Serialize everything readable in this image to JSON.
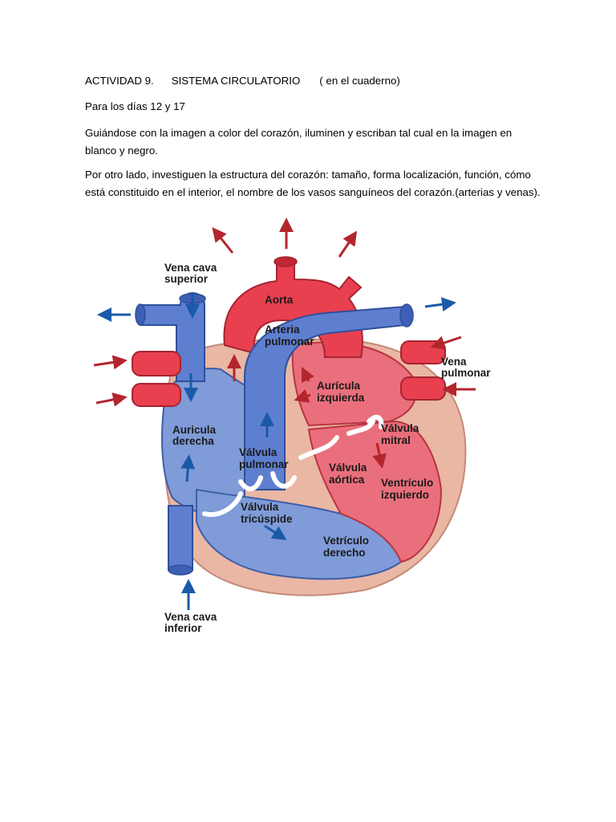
{
  "document": {
    "heading": {
      "activity": "ACTIVIDAD 9.",
      "topic": "SISTEMA CIRCULATORIO",
      "note": "( en el cuaderno)"
    },
    "dates": "Para los días 12 y 17",
    "paragraph_1": "Guiándose con la imagen a color del corazón, iluminen y  escriban tal cual en la imagen en blanco y negro.",
    "paragraph_2": "Por otro lado, investiguen la estructura del corazón: tamaño, forma localización, función, cómo está constituido en el interior, el nombre de los vasos sanguíneos del corazón.(arterias y venas)."
  },
  "diagram": {
    "labels": {
      "vena_cava_superior": [
        "Vena cava",
        "superior"
      ],
      "aorta": [
        "Aorta"
      ],
      "arteria_pulmonar": [
        "Arteria",
        "pulmonar"
      ],
      "vena_pulmonar": [
        "Vena",
        "pulmonar"
      ],
      "auricula_izquierda": [
        "Aurícula",
        "izquierda"
      ],
      "auricula_derecha": [
        "Auricula",
        "derecha"
      ],
      "valvula_mitral": [
        "Válvula",
        "mitral"
      ],
      "valvula_pulmonar": [
        "Válvula",
        "pulmonar"
      ],
      "valvula_aortica": [
        "Válvula",
        "aórtica"
      ],
      "ventriculo_izquierdo": [
        "Ventrículo",
        "izquierdo"
      ],
      "valvula_tricuspide": [
        "Válvula",
        "tricúspide"
      ],
      "ventriculo_derecho": [
        "Vetrículo",
        "derecho"
      ],
      "vena_cava_inferior": [
        "Vena cava",
        "inferior"
      ]
    },
    "colors": {
      "oxygenated": "#e8404f",
      "deoxygenated": "#4a6fc4",
      "heart_wall": "#e9b7a4",
      "red_arrow": "#b3262d",
      "blue_arrow": "#1b5aa8"
    }
  }
}
